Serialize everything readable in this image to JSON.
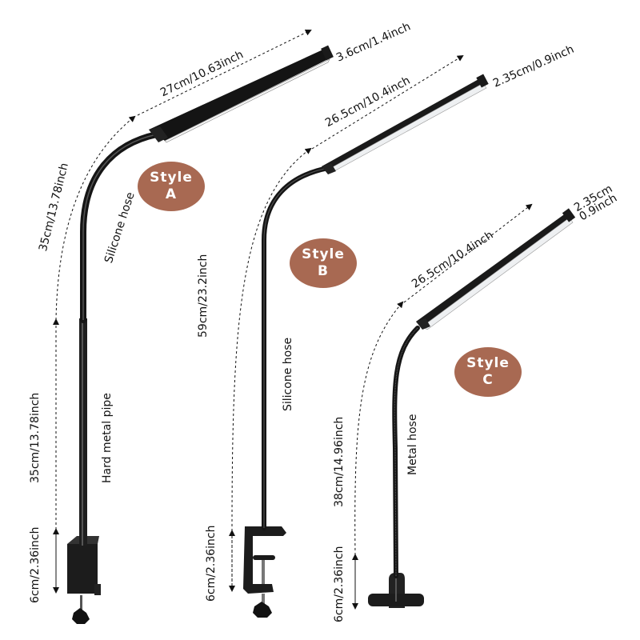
{
  "title": "Clip-on LED desk lamp size comparison",
  "colors": {
    "badge": "#a86952",
    "lamp_body": "#1a1a1a",
    "light_panel": "#f2f4f5",
    "text": "#111111"
  },
  "styles": [
    {
      "name": "Style A",
      "badge": {
        "line1": "Style",
        "line2": "A"
      },
      "head_length": "27cm/10.63inch",
      "head_width": "3.6cm/1.4inch",
      "hose_length": "35cm/13.78inch",
      "hose_type": "Silicone hose",
      "pipe_length": "35cm/13.78inch",
      "pipe_type": "Hard metal pipe",
      "clamp_height": "6cm/2.36inch",
      "base_type": "clamp"
    },
    {
      "name": "Style B",
      "badge": {
        "line1": "Style",
        "line2": "B"
      },
      "head_length": "26.5cm/10.4inch",
      "head_width": "2.35cm/0.9inch",
      "hose_length": "59cm/23.2inch",
      "hose_type": "Silicone hose",
      "clamp_height": "6cm/2.36inch",
      "base_type": "c-clamp"
    },
    {
      "name": "Style C",
      "badge": {
        "line1": "Style",
        "line2": "C"
      },
      "head_length": "26.5cm/10.4inch",
      "head_width_line1": "2.35cm",
      "head_width_line2": "0.9inch",
      "hose_length": "38cm/14.96inch",
      "hose_type": "Metal hose",
      "clip_height": "6cm/2.36inch",
      "base_type": "clip"
    }
  ]
}
